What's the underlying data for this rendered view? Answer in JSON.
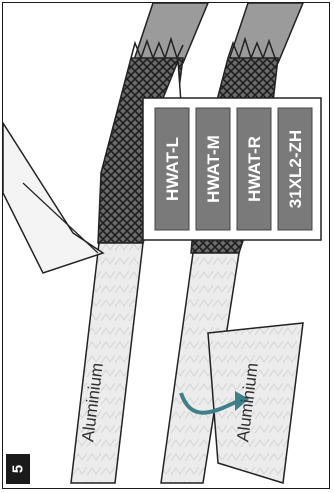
{
  "step": {
    "number": "5"
  },
  "callout": {
    "tags": [
      "HWAT-L",
      "HWAT-M",
      "HWAT-R",
      "31XL2-ZH"
    ]
  },
  "foil_labels": {
    "left": "Aluminium",
    "right": "Aluminium"
  },
  "colors": {
    "tag_fill": "#7a7a7a",
    "arrow": "#3e7f8a",
    "cable": "#999999",
    "braid": "#4a4a4a"
  },
  "icons": [
    "scissors-blade-icon",
    "fold-arrow-icon"
  ]
}
